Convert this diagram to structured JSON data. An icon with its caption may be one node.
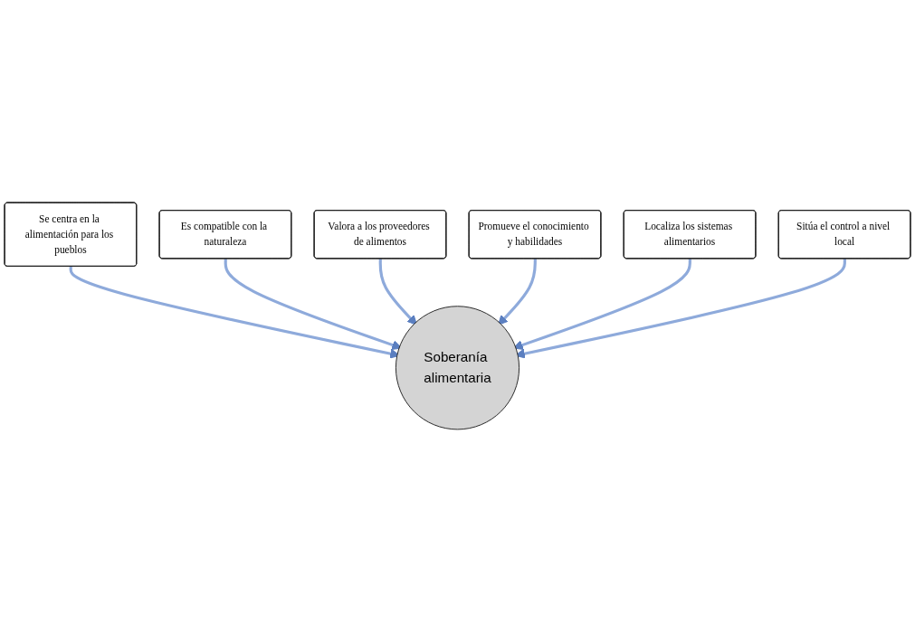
{
  "diagram": {
    "nodes": [
      {
        "text": [
          "Se centra en la alimentación para los pueblos"
        ]
      },
      {
        "text": [
          "Es compatible con la naturaleza"
        ]
      },
      {
        "text": [
          "Valora a los proveedores de alimentos"
        ]
      },
      {
        "text": [
          "Soberanía alimentaria"
        ]
      },
      {
        "text": [
          "Promueve el conocimiento y habilidades"
        ]
      },
      {
        "text": [
          "Localiza los sistemas alimentarios"
        ]
      },
      {
        "text": [
          "Sitúa el control a nivel local"
        ]
      }
    ],
    "edges": [
      {
        "from": 0,
        "to": 3,
        "arrow": "to"
      },
      {
        "from": 1,
        "to": 3,
        "arrow": "to"
      },
      {
        "from": 2,
        "to": 3,
        "arrow": "to"
      },
      {
        "from": 4,
        "to": 3,
        "arrow": "to"
      },
      {
        "from": 5,
        "to": 3,
        "arrow": "to"
      },
      {
        "from": 6,
        "to": 3,
        "arrow": "to"
      }
    ]
  }
}
